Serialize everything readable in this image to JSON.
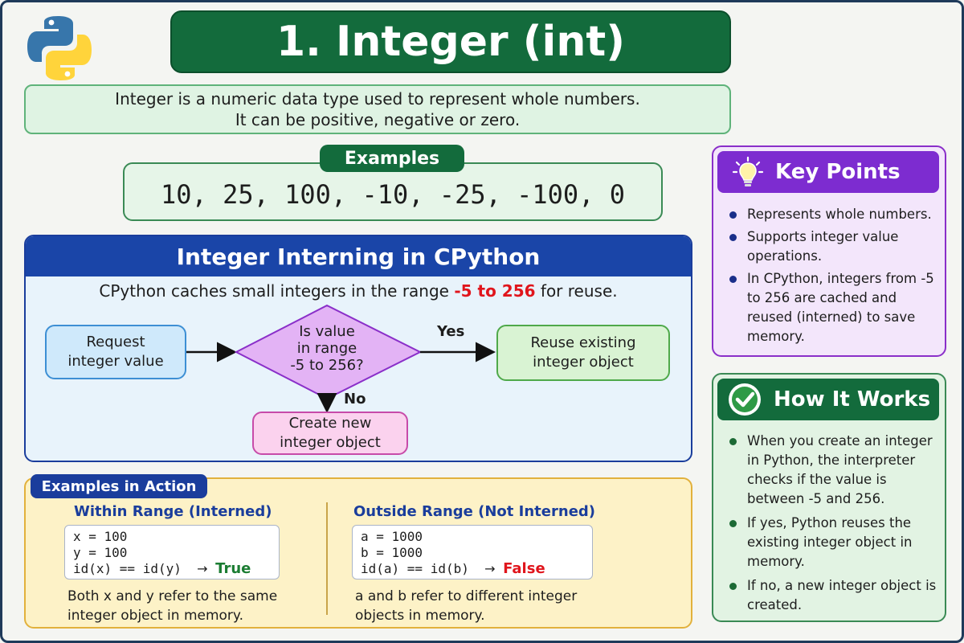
{
  "title": "1. Integer (int)",
  "intro": {
    "line1": "Integer is a numeric data type used to represent whole numbers.",
    "line2": "It can be positive, negative or zero."
  },
  "examples": {
    "label": "Examples",
    "values": "10, 25, 100, -10, -25, -100, 0"
  },
  "interning": {
    "title": "Integer Interning in CPython",
    "subtitle_pre": "CPython caches small integers in the range ",
    "subtitle_range": "-5 to 256",
    "subtitle_post": " for reuse.",
    "range_color": "#e0151c",
    "flow": {
      "request_line1": "Request",
      "request_line2": "integer value",
      "decision_line1": "Is value",
      "decision_line2": "in range",
      "decision_line3": "-5 to 256?",
      "yes_label": "Yes",
      "no_label": "No",
      "reuse_line1": "Reuse existing",
      "reuse_line2": "integer object",
      "create_line1": "Create new",
      "create_line2": "integer object"
    }
  },
  "action": {
    "label": "Examples in Action",
    "within": {
      "title": "Within Range (Interned)",
      "code1": "x = 100",
      "code2": "y = 100",
      "code3": "id(x) == id(y)",
      "arrow": "→",
      "result": "True",
      "note1": "Both x and y refer to the same",
      "note2": "integer object in memory."
    },
    "outside": {
      "title": "Outside Range (Not Interned)",
      "code1": "a = 1000",
      "code2": "b = 1000",
      "code3": "id(a) == id(b)",
      "arrow": "→",
      "result": "False",
      "note1": "a and b refer to different integer",
      "note2": "objects in memory."
    }
  },
  "key_points": {
    "title": "Key Points",
    "icon": "lightbulb-icon",
    "items": [
      "Represents whole numbers.",
      "Supports integer value operations.",
      "In CPython, integers from -5 to 256 are cached and reused (interned) to save memory."
    ]
  },
  "how_it_works": {
    "title": "How It Works",
    "icon": "checkmark-icon",
    "items": [
      "When you create an integer in Python, the interpreter checks if the value is between -5 and 256.",
      "If yes, Python reuses the existing integer object in memory.",
      "If no, a new integer object is created."
    ]
  },
  "colors": {
    "green_dark": "#136b3c",
    "blue_dark": "#1a45a8",
    "purple": "#7d2cd0",
    "python_blue": "#3776ab",
    "python_yellow": "#ffd43b"
  }
}
